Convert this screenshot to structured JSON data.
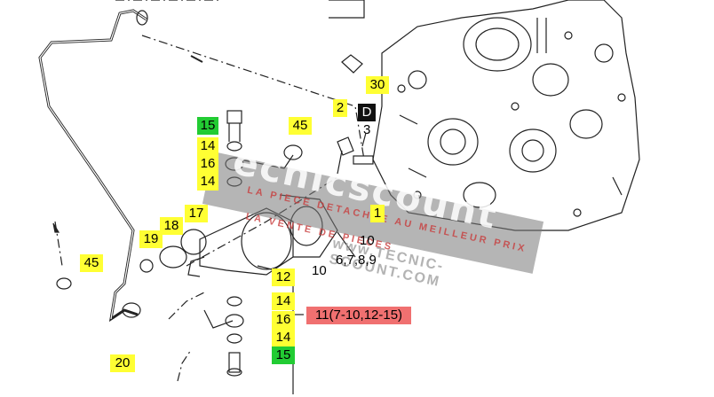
{
  "colors": {
    "yellow": "#ffff33",
    "green": "#22cc33",
    "red": "#f07070",
    "black": "#111111",
    "line": "#222222"
  },
  "labels": {
    "l30": "30",
    "l2": "2",
    "lD": "D",
    "l3": "3",
    "l15a": "15",
    "l45a": "45",
    "l14a": "14",
    "l16a": "16",
    "l14b": "14",
    "l17": "17",
    "l18": "18",
    "l19": "19",
    "l1": "1",
    "l10a": "10",
    "l6789": "6,7,8,9",
    "l10b": "10",
    "l12": "12",
    "l45b": "45",
    "l14c": "14",
    "l16b": "16",
    "l14d": "14",
    "l15b": "15",
    "l11": "11(7-10,12-15)",
    "l20": "20"
  },
  "watermark": {
    "word": "ecnics",
    "word2": "count",
    "sub1": "LA PIECE DETACHEE AU MEILLEUR PRIX",
    "sub2": "LA VENTE DE PIECES",
    "url": "www.TECNIC-SCOUNT.COM"
  }
}
